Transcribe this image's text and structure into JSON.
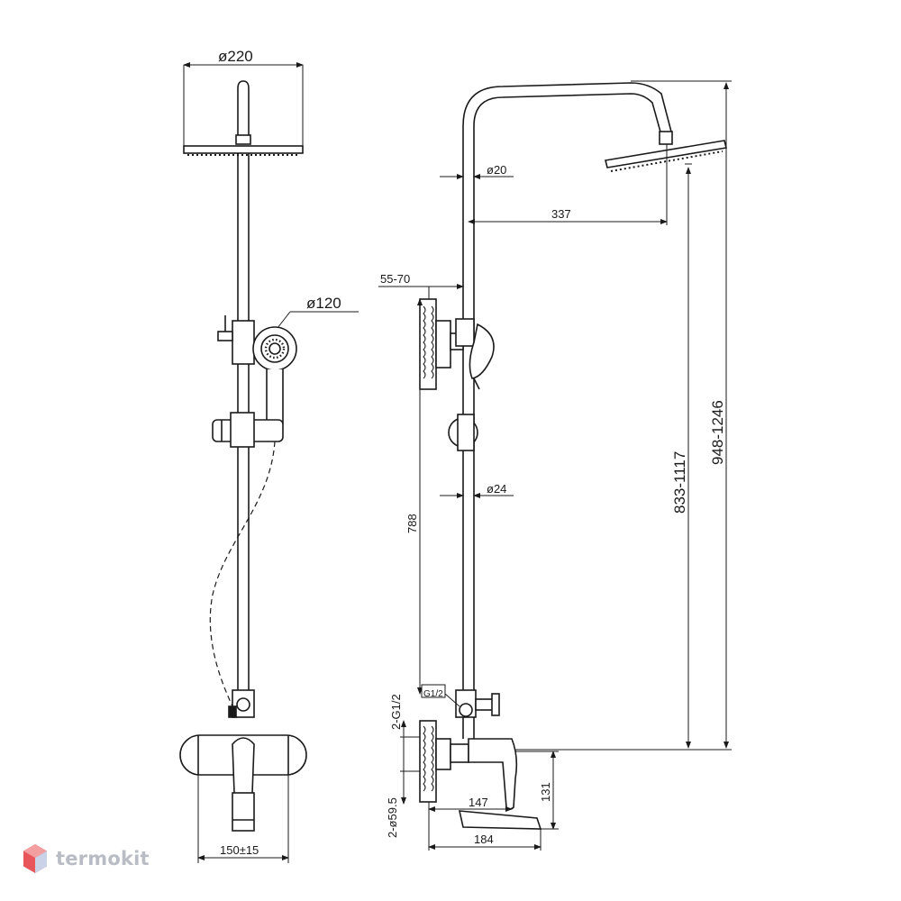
{
  "dimensions": {
    "head_diameter": "ø220",
    "hand_shower_diameter": "ø120",
    "mixer_width": "150±15",
    "pipe_diameter_top": "ø20",
    "pipe_diameter_bottom": "ø24",
    "arm_reach": "337",
    "wall_offset": "55-70",
    "slide_rail_length": "788",
    "connection_thread": "2-G1/2",
    "thread_label": "G1/2",
    "flange_diameter": "2-ø59.5",
    "mixer_depth": "147",
    "spout_reach": "184",
    "spout_height": "131",
    "height_range_1": "833-1117",
    "height_range_2": "948-1246"
  },
  "brand": {
    "name": "termokit",
    "accent_color": "#e8555a"
  }
}
